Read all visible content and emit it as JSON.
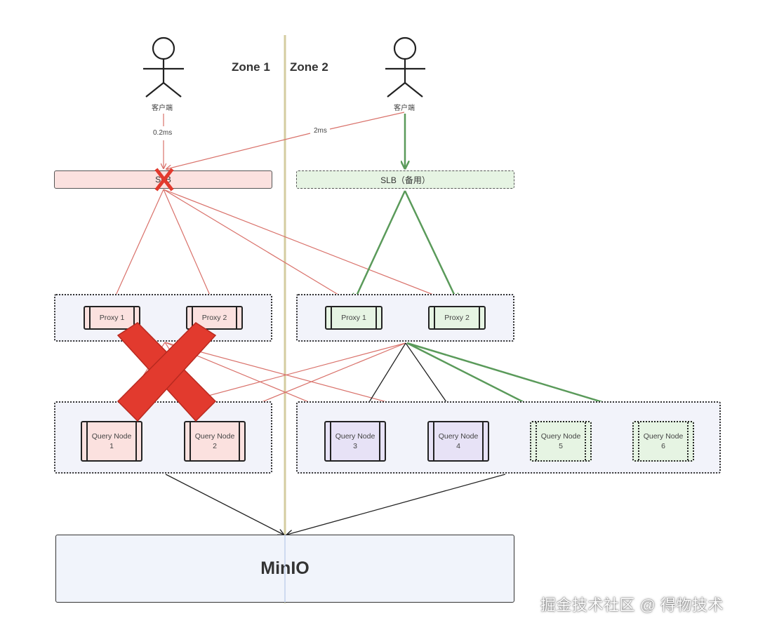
{
  "zones": {
    "zone1": "Zone 1",
    "zone2": "Zone 2"
  },
  "clients": {
    "left_label": "客户端",
    "right_label": "客户端"
  },
  "latency": {
    "local": "0.2ms",
    "cross_zone": "2ms"
  },
  "slb": {
    "zone1": "SLB",
    "zone2": "SLB（备用）"
  },
  "proxies": {
    "zone1": [
      "Proxy 1",
      "Proxy 2"
    ],
    "zone2": [
      "Proxy 1",
      "Proxy 2"
    ]
  },
  "query_nodes": [
    {
      "line1": "Query Node",
      "line2": "1"
    },
    {
      "line1": "Query Node",
      "line2": "2"
    },
    {
      "line1": "Query Node",
      "line2": "3"
    },
    {
      "line1": "Query Node",
      "line2": "4"
    },
    {
      "line1": "Query Node",
      "line2": "5"
    },
    {
      "line1": "Query Node",
      "line2": "6"
    }
  ],
  "storage": {
    "label": "MinIO"
  },
  "watermark": "掘金技术社区 @ 得物技术",
  "colors": {
    "failed_fill": "#fbe1df",
    "failed_line": "#d9716a",
    "standby_fill": "#e6f4e3",
    "standby_line": "#5a9a5a",
    "active_fill": "#e7e2f6",
    "divider": "#d4cca0",
    "cross": "#e23a2e"
  }
}
